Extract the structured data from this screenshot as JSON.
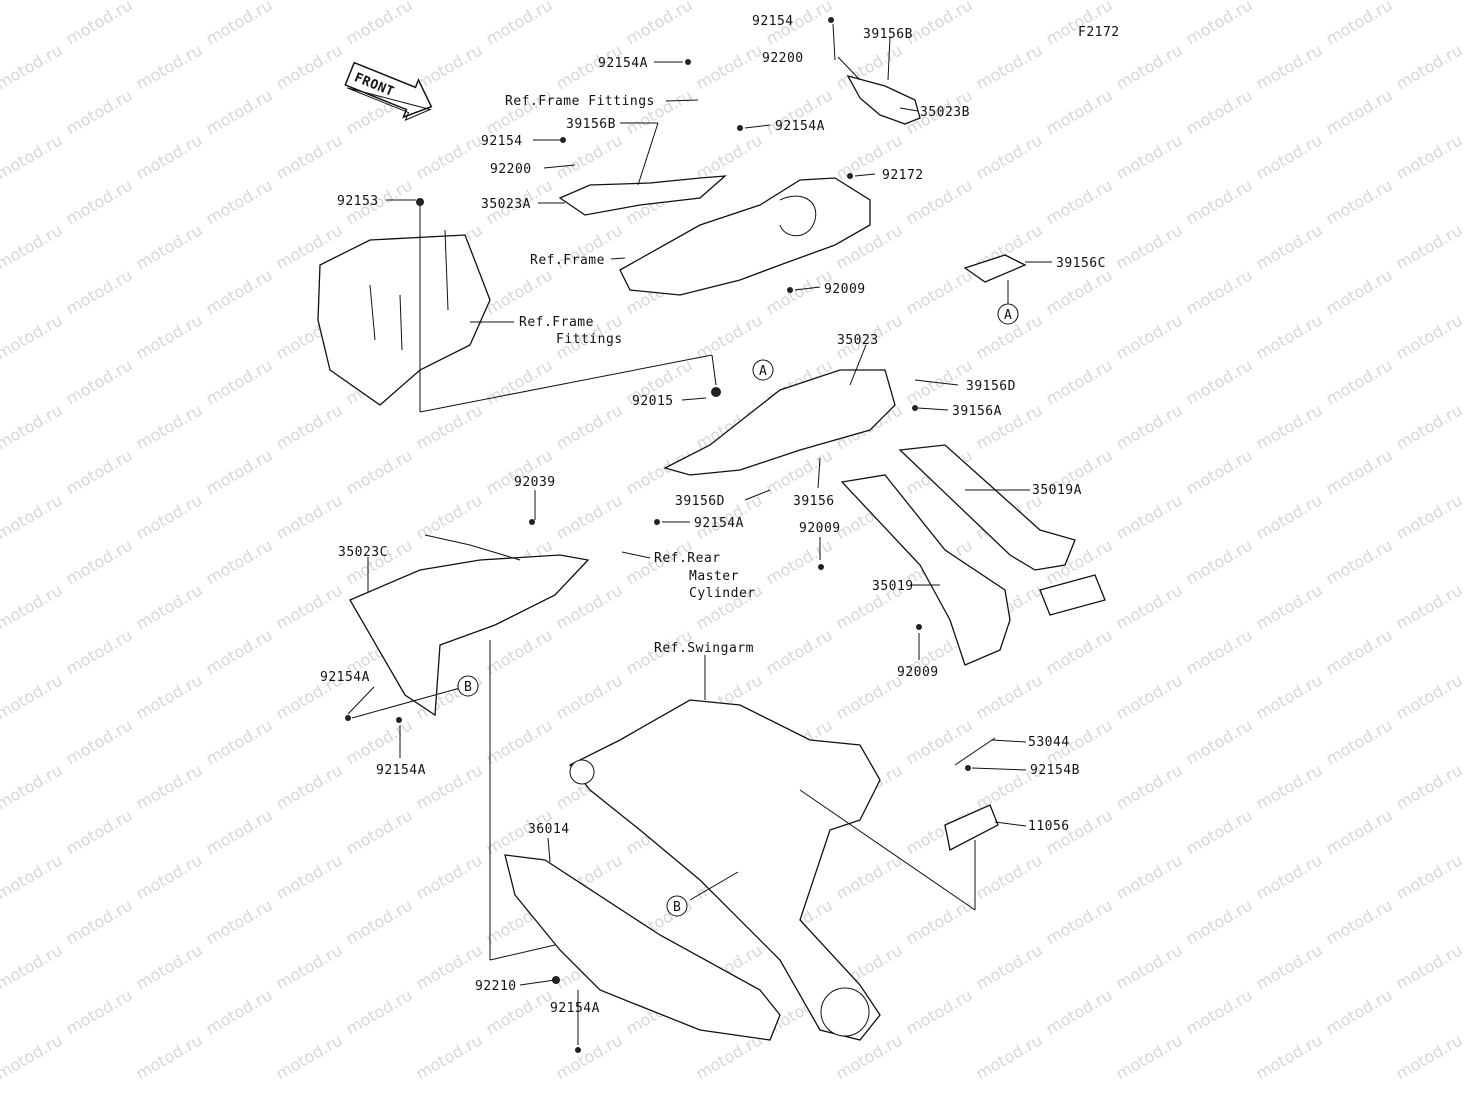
{
  "diagram": {
    "code": "F2172",
    "front_label": "FRONT",
    "watermark": "motod.ru",
    "labels": {
      "p92154_top": "92154",
      "p39156B_top": "39156B",
      "p92200_top": "92200",
      "p35023B": "35023B",
      "p92154A_top": "92154A",
      "ref_frame_fittings_top": "Ref.Frame Fittings",
      "p92154A_mid": "92154A",
      "p92154_left": "92154",
      "p39156B_left": "39156B",
      "p92200_left": "92200",
      "p92172": "92172",
      "p92153": "92153",
      "p35023A": "35023A",
      "ref_frame": "Ref.Frame",
      "p39156C": "39156C",
      "circle_a_right": "A",
      "p92009_top": "92009",
      "ref_frame_fittings_line1": "Ref.Frame",
      "ref_frame_fittings_line2": "Fittings",
      "p35023": "35023",
      "circle_a_mid": "A",
      "p39156D_right": "39156D",
      "p39156A": "39156A",
      "p92015": "92015",
      "p39156D_mid": "39156D",
      "p39156": "39156",
      "p35019A": "35019A",
      "p92039": "92039",
      "p92154A_c": "92154A",
      "p92009_mid": "92009",
      "ref_rear_line1": "Ref.Rear",
      "ref_rear_line2": "Master",
      "ref_rear_line3": "Cylinder",
      "p35023C": "35023C",
      "p35019": "35019",
      "p92009_low": "92009",
      "ref_swingarm": "Ref.Swingarm",
      "p92154A_l1": "92154A",
      "circle_b_left": "B",
      "p92154A_l2": "92154A",
      "p53044": "53044",
      "p92154B": "92154B",
      "p11056": "11056",
      "p36014": "36014",
      "circle_b_mid": "B",
      "p92210": "92210",
      "p92154A_bottom": "92154A"
    }
  }
}
